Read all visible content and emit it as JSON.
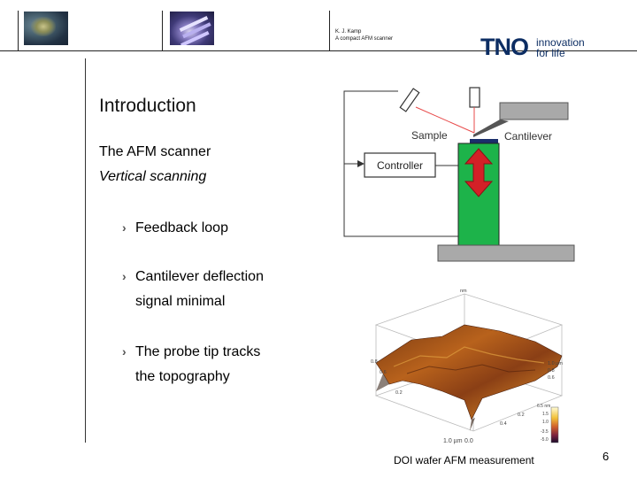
{
  "header": {
    "author": "K. J. Kamp",
    "talk_title": "A compact AFM scanner"
  },
  "logo": {
    "wordmark": "TNO",
    "tagline_1": "innovation",
    "tagline_2": "for life",
    "color": "#0c2d63"
  },
  "slide": {
    "title": "Introduction",
    "subtitle": "The AFM scanner",
    "subtitle_italic": "Vertical scanning",
    "bullets": [
      {
        "lines": [
          "Feedback loop"
        ]
      },
      {
        "lines": [
          "Cantilever deflection",
          "signal minimal"
        ]
      },
      {
        "lines": [
          "The probe tip tracks",
          "the topography"
        ]
      }
    ],
    "page_number": "6"
  },
  "diagram": {
    "sample_label": "Sample",
    "cantilever_label": "Cantilever",
    "controller_label": "Controller",
    "column_color": "#1db34a",
    "arrow_color": "#d32027",
    "laser_color": "#e84a4a"
  },
  "afm_image": {
    "caption": "DOI wafer AFM measurement",
    "z_top_label": "nm",
    "axis_labels": [
      "0.8",
      "0.6",
      "0.4",
      "0.2",
      "1.0 µm",
      "0.8",
      "0.6",
      "0.4",
      "0.2",
      "1.0 µm",
      "0.0",
      "0.0"
    ],
    "colorbar_labels": [
      "6.5 nm",
      "1.5",
      "1.0",
      "-3.5",
      "-5.0"
    ]
  }
}
